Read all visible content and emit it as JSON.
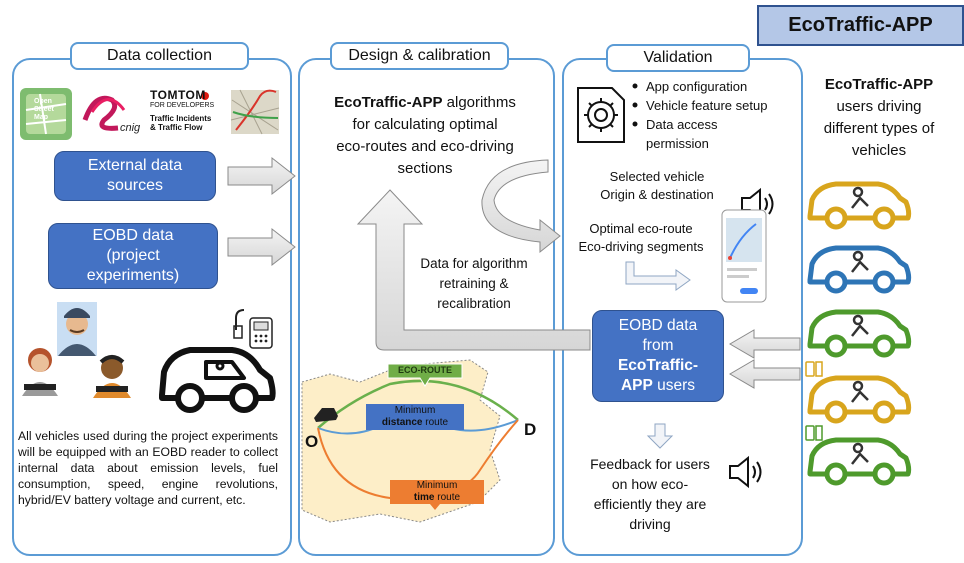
{
  "app_title": "EcoTraffic-APP",
  "panels": {
    "data_collection": "Data collection",
    "design_calibration": "Design & calibration",
    "validation": "Validation"
  },
  "logos": {
    "osm": [
      "Open",
      "Street",
      "Map"
    ],
    "cnig": "cnig",
    "tomtom": "TOMTOM",
    "tomtom_dev": "FOR DEVELOPERS",
    "tomtom_traffic": [
      "Traffic Incidents",
      "& Traffic Flow"
    ]
  },
  "data_collection": {
    "external_sources": [
      "External data",
      "sources"
    ],
    "eobd_project": [
      "EOBD data",
      "(project",
      "experiments)"
    ],
    "description": "All vehicles used during the project experiments will be equipped with an EOBD reader to collect internal data about emission levels, fuel consumption, speed, engine revolutions, hybrid/EV battery voltage and current, etc."
  },
  "design": {
    "algorithms_bold": "EcoTraffic-APP",
    "algorithms_rest": " algorithms",
    "algorithms_lines": [
      "for calculating optimal",
      "eco-routes and eco-driving",
      "sections"
    ],
    "retraining": [
      "Data for algorithm",
      "retraining &",
      "recalibration"
    ],
    "map": {
      "eco_route": "ECO-ROUTE",
      "min_distance_1": "Minimum",
      "min_distance_bold": "distance",
      "min_distance_rest": " route",
      "min_time_1": "Minimum",
      "min_time_bold": "time",
      "min_time_rest": " route",
      "origin": "O",
      "destination": "D"
    }
  },
  "validation": {
    "bullets": [
      "App configuration",
      "Vehicle feature setup",
      "Data access",
      "permission"
    ],
    "selected": [
      "Selected vehicle",
      "Origin & destination"
    ],
    "optimal": [
      "Optimal eco-route",
      "Eco-driving segments"
    ],
    "eobd_users": {
      "l1": "EOBD data",
      "l2": "from",
      "l3": "EcoTraffic-",
      "l4": "APP",
      "l4b": " users"
    },
    "feedback": [
      "Feedback for users",
      "on how eco-",
      "efficiently they are",
      "driving"
    ]
  },
  "users": {
    "title_bold": "EcoTraffic-APP",
    "lines": [
      "users driving",
      "different types of",
      "vehicles"
    ]
  },
  "colors": {
    "panel_border": "#5b9bd5",
    "box_blue": "#4472c4",
    "title_bg": "#b4c7e7",
    "car_yellow": "#d8a51d",
    "car_blue": "#2e75b6",
    "car_green": "#4e9a2c",
    "eco_route": "#6ab04c",
    "time_route": "#ed7d31",
    "map_fill": "#fdeec8"
  }
}
